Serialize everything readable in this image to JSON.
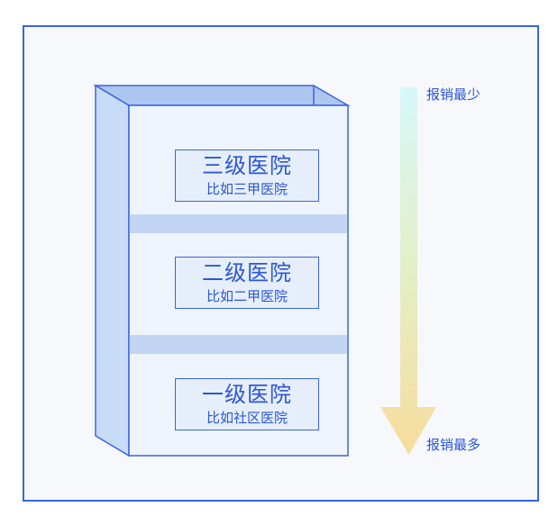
{
  "colors": {
    "outline": "#3a64e0",
    "text": "#2b56d9",
    "arrow_top": "#d6f7f9",
    "arrow_bottom": "#f7dc9c"
  },
  "levels": [
    {
      "title": "三级医院",
      "subtitle": "比如三甲医院"
    },
    {
      "title": "二级医院",
      "subtitle": "比如二甲医院"
    },
    {
      "title": "一级医院",
      "subtitle": "比如社区医院"
    }
  ],
  "arrow": {
    "top_label": "报销最少",
    "bottom_label": "报销最多"
  }
}
